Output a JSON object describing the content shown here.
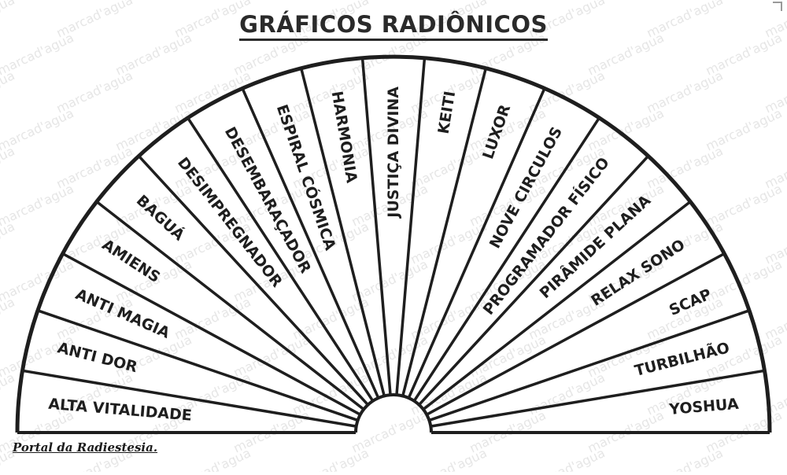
{
  "title": "GRÁFICOS RADIÔNICOS",
  "footer": "Portal da Radiestesia.",
  "watermark": "marcad'agua",
  "segments": [
    "ALTA VITALIDADE",
    "ANTI DOR",
    "ANTI MAGIA",
    "AMIENS",
    "BAGUÁ",
    "DESIMPREGNADOR",
    "DESEMBARAÇADOR",
    "ESPIRAL CÓSMICA",
    "HARMONIA",
    "JUSTIÇA DIVINA",
    "KEITI",
    "LUXOR",
    "NOVE CIRCULOS",
    "PROGRAMADOR FÍSICO",
    "PIRÂMIDE PLANA",
    "RELAX SONO",
    "SCAP",
    "TURBILHÃO",
    "YOSHUA"
  ],
  "colors": {
    "ink": "#1e1e1e",
    "background": "#ffffff",
    "watermark": "#e6e6e6"
  }
}
